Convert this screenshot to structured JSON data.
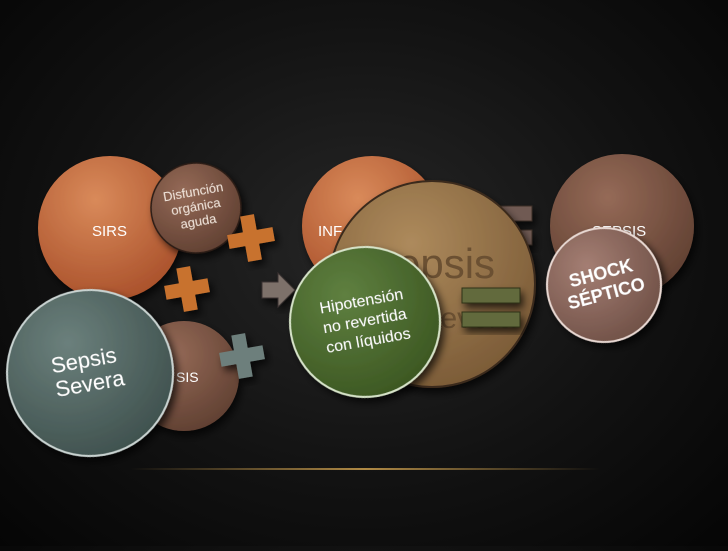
{
  "colors": {
    "orange": "#c26a3e",
    "brown": "#7a5443",
    "tan": "#8c6b45",
    "teal": "#4f6360",
    "green": "#4c6a2e",
    "plus": "#c8722f"
  },
  "circles": {
    "sirs": "SIRS",
    "infeccion": "INF",
    "sepsis": "SEPSIS",
    "disfuncion": [
      "Disfunción",
      "orgánica",
      "aguda"
    ],
    "sepsis_severa_big": "Sepsis",
    "sepsis_severa_big_hidden": "Severa",
    "hipotension": [
      "Hipotensión",
      "no revertida",
      "con líquidos"
    ],
    "shock": [
      "SHOCK",
      "SÉPTICO"
    ],
    "sepsis_severa": [
      "Sepsis",
      "Severa"
    ],
    "sepsis_small": "SIS"
  }
}
